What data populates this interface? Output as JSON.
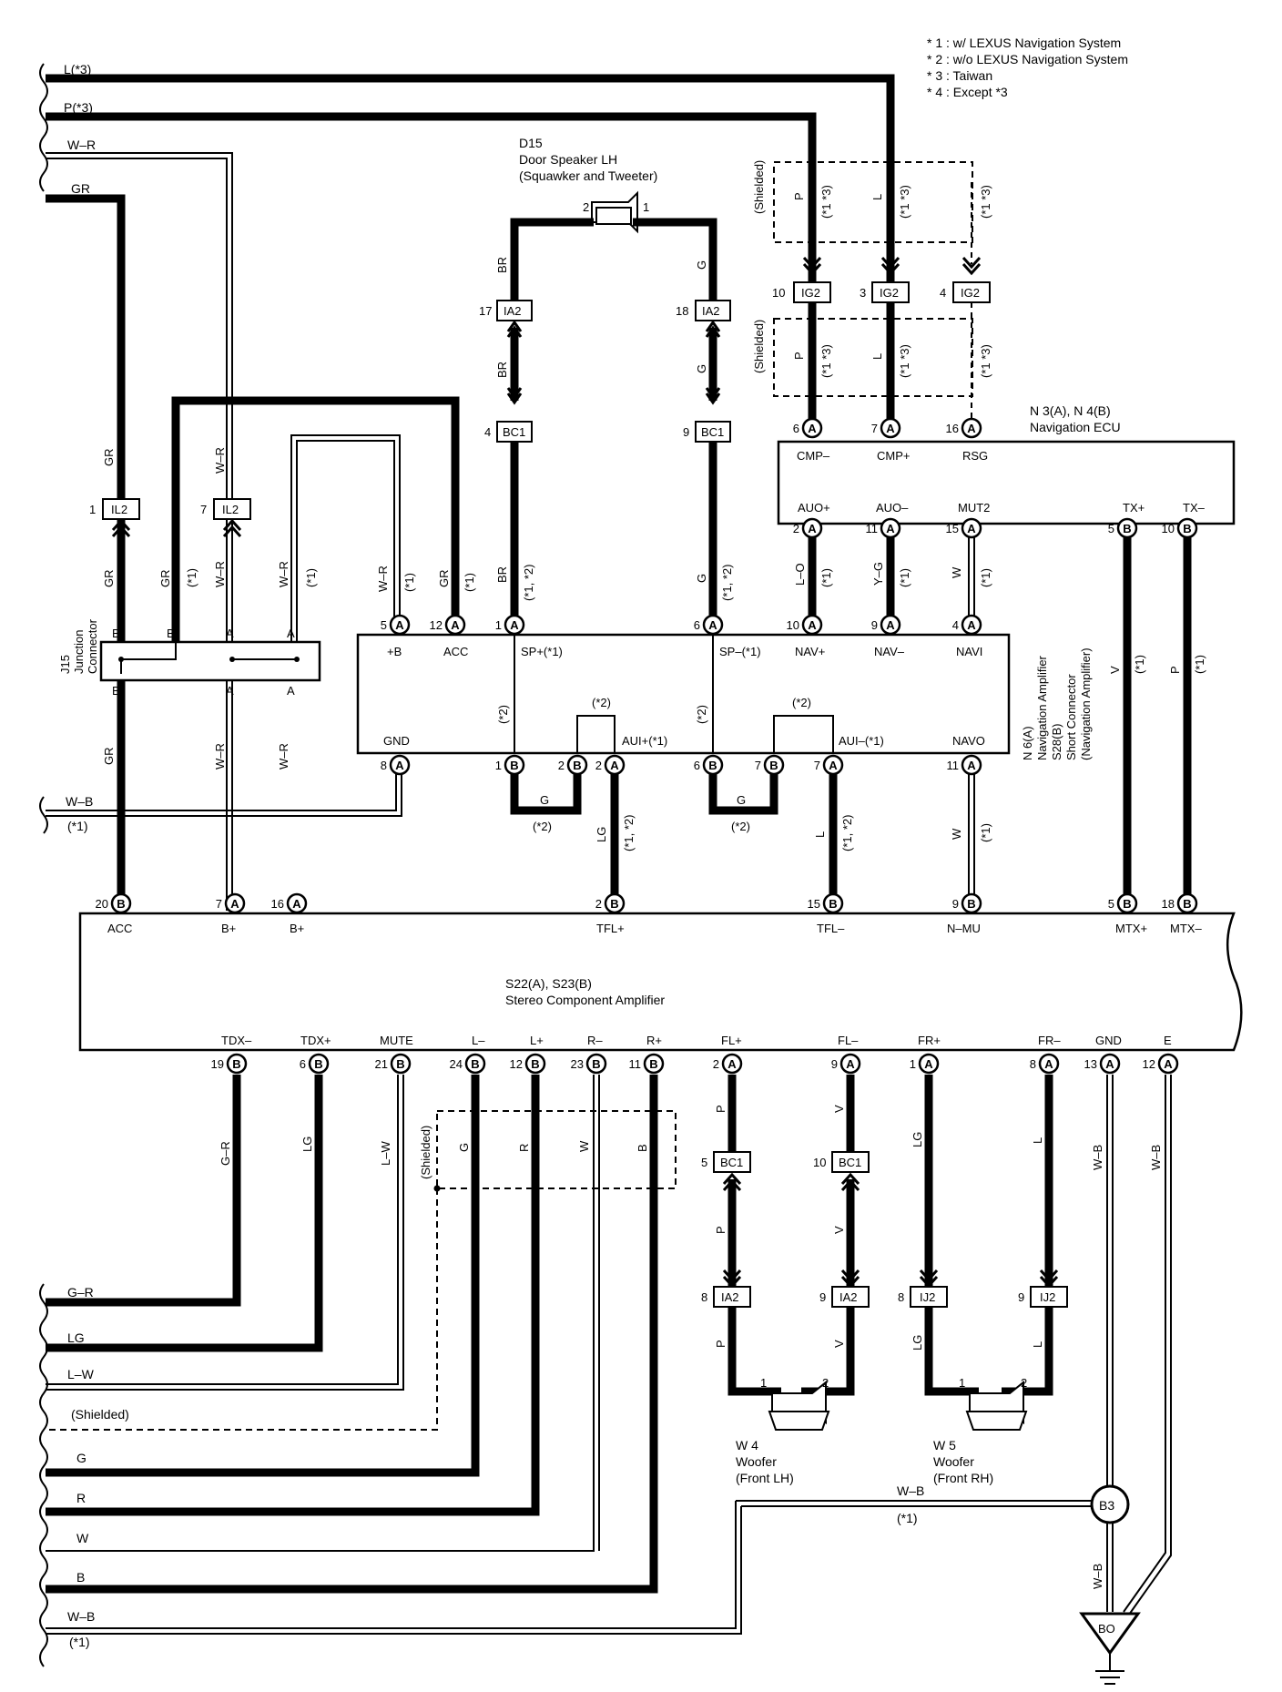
{
  "footnotes": [
    "* 1 : w/ LEXUS Navigation System",
    "* 2 : w/o LEXUS Navigation System",
    "* 3 : Taiwan",
    "* 4 : Except *3"
  ],
  "components": {
    "d15": {
      "code": "D15",
      "name": "Door Speaker LH",
      "sub": "(Squawker and Tweeter)",
      "pin_left": "2",
      "pin_right": "1"
    },
    "nav_ecu": {
      "code": "N 3(A), N 4(B)",
      "name": "Navigation ECU"
    },
    "nav_amp": {
      "code": "N 6(A)",
      "name": "Navigation Amplifier",
      "code2": "S28(B)",
      "name2": "Short Connector",
      "sub2": "(Navigation Amplifier)"
    },
    "j15": {
      "code": "J15",
      "name": "Junction",
      "name2": "Connector"
    },
    "stereo": {
      "code": "S22(A), S23(B)",
      "name": "Stereo Component Amplifier"
    },
    "w4": {
      "code": "W 4",
      "name": "Woofer",
      "sub": "(Front LH)",
      "pin_left": "1",
      "pin_right": "2"
    },
    "w5": {
      "code": "W 5",
      "name": "Woofer",
      "sub": "(Front RH)",
      "pin_left": "1",
      "pin_right": "2"
    },
    "b3": {
      "code": "B3"
    },
    "bo": {
      "code": "BO"
    }
  },
  "notes": {
    "w1": "(*1)",
    "w2": "(*2)",
    "shielded": "(Shielded)",
    "w12": "(*1, *2)",
    "w13": "(*1 *3)",
    "w3": "(*1 *3)"
  },
  "left_wires_top": [
    "L(*3)",
    "P(*3)",
    "W–R",
    "GR"
  ],
  "left_wires_mid": [
    "W–B",
    "(*1)"
  ],
  "left_wires_bottom": [
    "G–R",
    "LG",
    "L–W",
    "(Shielded)",
    "G",
    "R",
    "W",
    "B",
    "W–B",
    "(*1)"
  ],
  "connectors": {
    "ig2": "IG2",
    "ia2": "IA2",
    "bc1": "BC1",
    "il2": "IL2",
    "ij2": "IJ2"
  },
  "pin_letters": {
    "a": "A",
    "b": "B"
  },
  "nav_ecu_pins_top": [
    {
      "pin": "6",
      "letter": "A",
      "name": "CMP–"
    },
    {
      "pin": "7",
      "letter": "A",
      "name": "CMP+"
    },
    {
      "pin": "16",
      "letter": "A",
      "name": "RSG"
    }
  ],
  "nav_ecu_pins_bottom": [
    {
      "pin": "2",
      "letter": "A",
      "name": "AUO+"
    },
    {
      "pin": "11",
      "letter": "A",
      "name": "AUO–"
    },
    {
      "pin": "15",
      "letter": "A",
      "name": "MUT2"
    },
    {
      "pin": "5",
      "letter": "B",
      "name": "TX+"
    },
    {
      "pin": "10",
      "letter": "B",
      "name": "TX–"
    }
  ],
  "nav_amp_pins_top": [
    {
      "pin": "5",
      "letter": "A",
      "name": "+B"
    },
    {
      "pin": "12",
      "letter": "A",
      "name": "ACC"
    },
    {
      "pin": "1",
      "letter": "A",
      "name": "SP+(*1)"
    },
    {
      "pin": "6",
      "letter": "A",
      "name": "SP–(*1)"
    },
    {
      "pin": "10",
      "letter": "A",
      "name": "NAV+"
    },
    {
      "pin": "9",
      "letter": "A",
      "name": "NAV–"
    },
    {
      "pin": "4",
      "letter": "A",
      "name": "NAVI"
    }
  ],
  "nav_amp_pins_bottom": [
    {
      "pin": "8",
      "letter": "A",
      "name": "GND"
    },
    {
      "pin": "1",
      "letter": "B",
      "name": ""
    },
    {
      "pin": "2",
      "letter": "B",
      "name": ""
    },
    {
      "pin": "2",
      "letter": "A",
      "name": "AUI+(*1)"
    },
    {
      "pin": "6",
      "letter": "B",
      "name": ""
    },
    {
      "pin": "7",
      "letter": "B",
      "name": ""
    },
    {
      "pin": "7",
      "letter": "A",
      "name": "AUI–(*1)"
    },
    {
      "pin": "11",
      "letter": "A",
      "name": "NAVO"
    }
  ],
  "stereo_pins_top": [
    {
      "pin": "20",
      "letter": "B",
      "name": "ACC"
    },
    {
      "pin": "7",
      "letter": "A",
      "name": "B+"
    },
    {
      "pin": "16",
      "letter": "A",
      "name": "B+"
    },
    {
      "pin": "2",
      "letter": "B",
      "name": "TFL+"
    },
    {
      "pin": "15",
      "letter": "B",
      "name": "TFL–"
    },
    {
      "pin": "9",
      "letter": "B",
      "name": "N–MU"
    },
    {
      "pin": "5",
      "letter": "B",
      "name": "MTX+"
    },
    {
      "pin": "18",
      "letter": "B",
      "name": "MTX–"
    }
  ],
  "stereo_pins_bottom": [
    {
      "pin": "19",
      "letter": "B",
      "name": "TDX–"
    },
    {
      "pin": "6",
      "letter": "B",
      "name": "TDX+"
    },
    {
      "pin": "21",
      "letter": "B",
      "name": "MUTE"
    },
    {
      "pin": "24",
      "letter": "B",
      "name": "L–"
    },
    {
      "pin": "12",
      "letter": "B",
      "name": "L+"
    },
    {
      "pin": "23",
      "letter": "B",
      "name": "R–"
    },
    {
      "pin": "11",
      "letter": "B",
      "name": "R+"
    },
    {
      "pin": "2",
      "letter": "A",
      "name": "FL+"
    },
    {
      "pin": "9",
      "letter": "A",
      "name": "FL–"
    },
    {
      "pin": "1",
      "letter": "A",
      "name": "FR+"
    },
    {
      "pin": "8",
      "letter": "A",
      "name": "FR–"
    },
    {
      "pin": "13",
      "letter": "A",
      "name": "GND"
    },
    {
      "pin": "12",
      "letter": "A",
      "name": "E"
    }
  ],
  "wire_colors": {
    "br": "BR",
    "g": "G",
    "gr": "GR",
    "wr": "W–R",
    "p": "P",
    "l": "L",
    "lo": "L–O",
    "yg": "Y–G",
    "w": "W",
    "v": "V",
    "lg": "LG",
    "gr2": "G–R",
    "lw": "L–W",
    "r": "R",
    "b": "B",
    "wb": "W–B"
  },
  "pin_numbers": {
    "ig2_10": "10",
    "ig2_3": "3",
    "ig2_4": "4",
    "ia2_17": "17",
    "ia2_18": "18",
    "bc1_4": "4",
    "bc1_9": "9",
    "il2_1": "1",
    "il2_7": "7",
    "bc1_5": "5",
    "bc1_10": "10",
    "ia2_8": "8",
    "ia2_9": "9",
    "ij2_8": "8",
    "ij2_9": "9"
  },
  "j15_pins": {
    "b": "B",
    "a": "A"
  }
}
